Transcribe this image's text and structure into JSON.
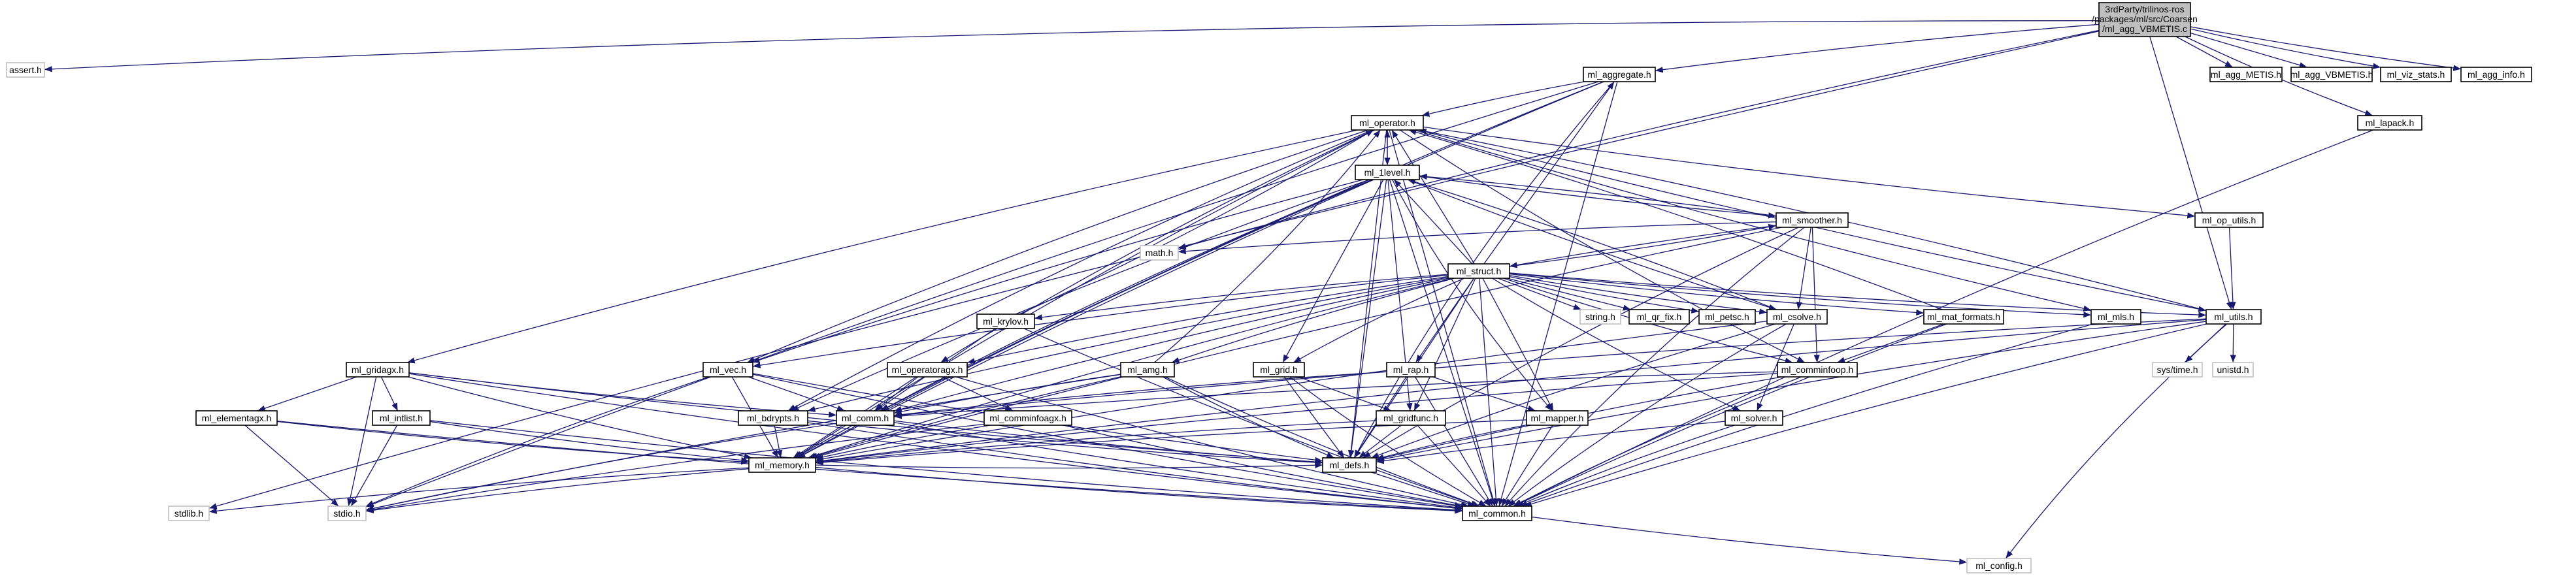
{
  "colors": {
    "edge": "#191970",
    "node_border": "#000000",
    "external_border": "#bfbfbf",
    "root_fill": "#bfbfbf",
    "node_fill": "#ffffff"
  },
  "root": {
    "label_lines": [
      "3rdParty/trilinos-ros",
      "/packages/ml/src/Coarsen",
      "/ml_agg_VBMETIS.c"
    ]
  },
  "nodes": {
    "assert_h": "assert.h",
    "ml_aggregate_h": "ml_aggregate.h",
    "ml_agg_metis_h": "ml_agg_METIS.h",
    "ml_agg_vbmetis_h": "ml_agg_VBMETIS.h",
    "ml_viz_stats_h": "ml_viz_stats.h",
    "ml_agg_info_h": "ml_agg_info.h",
    "ml_lapack_h": "ml_lapack.h",
    "ml_operator_h": "ml_operator.h",
    "ml_1level_h": "ml_1level.h",
    "ml_op_utils_h": "ml_op_utils.h",
    "ml_smoother_h": "ml_smoother.h",
    "math_h": "math.h",
    "ml_struct_h": "ml_struct.h",
    "string_h": "string.h",
    "ml_qr_fix_h": "ml_qr_fix.h",
    "ml_petsc_h": "ml_petsc.h",
    "ml_csolve_h": "ml_csolve.h",
    "ml_mat_formats_h": "ml_mat_formats.h",
    "ml_mls_h": "ml_mls.h",
    "ml_utils_h": "ml_utils.h",
    "sys_time_h": "sys/time.h",
    "unistd_h": "unistd.h",
    "ml_gridagx_h": "ml_gridagx.h",
    "ml_krylov_h": "ml_krylov.h",
    "ml_vec_h": "ml_vec.h",
    "ml_operatoragx_h": "ml_operatoragx.h",
    "ml_amg_h": "ml_amg.h",
    "ml_grid_h": "ml_grid.h",
    "ml_rap_h": "ml_rap.h",
    "ml_comminfoop_h": "ml_comminfoop.h",
    "ml_elementagx_h": "ml_elementagx.h",
    "ml_intlist_h": "ml_intlist.h",
    "ml_bdrypts_h": "ml_bdrypts.h",
    "ml_comm_h": "ml_comm.h",
    "ml_comminfoagx_h": "ml_comminfoagx.h",
    "ml_gridfunc_h": "ml_gridfunc.h",
    "ml_mapper_h": "ml_mapper.h",
    "ml_solver_h": "ml_solver.h",
    "ml_memory_h": "ml_memory.h",
    "ml_defs_h": "ml_defs.h",
    "stdlib_h": "stdlib.h",
    "stdio_h": "stdio.h",
    "ml_common_h": "ml_common.h",
    "ml_config_h": "ml_config.h"
  },
  "edges": [
    [
      "root",
      "assert_h"
    ],
    [
      "root",
      "ml_aggregate_h"
    ],
    [
      "root",
      "ml_agg_metis_h"
    ],
    [
      "root",
      "ml_agg_vbmetis_h"
    ],
    [
      "root",
      "ml_viz_stats_h"
    ],
    [
      "root",
      "ml_agg_info_h"
    ],
    [
      "root",
      "ml_lapack_h"
    ],
    [
      "root",
      "ml_utils_h"
    ],
    [
      "root",
      "stdlib_h"
    ],
    [
      "root",
      "math_h"
    ],
    [
      "ml_aggregate_h",
      "ml_operator_h"
    ],
    [
      "ml_aggregate_h",
      "ml_comm_h"
    ],
    [
      "ml_aggregate_h",
      "ml_memory_h"
    ],
    [
      "ml_aggregate_h",
      "ml_common_h"
    ],
    [
      "ml_aggregate_h",
      "stdio_h"
    ],
    [
      "ml_aggregate_h",
      "ml_defs_h"
    ],
    [
      "ml_lapack_h",
      "ml_common_h"
    ],
    [
      "ml_operator_h",
      "ml_1level_h"
    ],
    [
      "ml_operator_h",
      "ml_op_utils_h"
    ],
    [
      "ml_operator_h",
      "ml_gridagx_h"
    ],
    [
      "ml_operator_h",
      "ml_vec_h"
    ],
    [
      "ml_operator_h",
      "ml_bdrypts_h"
    ],
    [
      "ml_operator_h",
      "ml_memory_h"
    ],
    [
      "ml_operator_h",
      "ml_defs_h"
    ],
    [
      "ml_operator_h",
      "ml_common_h"
    ],
    [
      "ml_operator_h",
      "ml_mls_h"
    ],
    [
      "ml_operator_h",
      "ml_utils_h"
    ],
    [
      "ml_operator_h",
      "ml_comminfoop_h"
    ],
    [
      "ml_operator_h",
      "ml_operatoragx_h"
    ],
    [
      "ml_1level_h",
      "ml_operator_h"
    ],
    [
      "ml_1level_h",
      "ml_smoother_h"
    ],
    [
      "ml_1level_h",
      "ml_csolve_h"
    ],
    [
      "ml_1level_h",
      "ml_grid_h"
    ],
    [
      "ml_1level_h",
      "ml_vec_h"
    ],
    [
      "ml_1level_h",
      "ml_bdrypts_h"
    ],
    [
      "ml_1level_h",
      "ml_comm_h"
    ],
    [
      "ml_1level_h",
      "ml_defs_h"
    ],
    [
      "ml_1level_h",
      "ml_common_h"
    ],
    [
      "ml_1level_h",
      "ml_gridfunc_h"
    ],
    [
      "ml_1level_h",
      "ml_mapper_h"
    ],
    [
      "ml_1level_h",
      "ml_memory_h"
    ],
    [
      "ml_smoother_h",
      "ml_struct_h"
    ],
    [
      "ml_smoother_h",
      "ml_1level_h"
    ],
    [
      "ml_smoother_h",
      "ml_csolve_h"
    ],
    [
      "ml_smoother_h",
      "ml_comminfoop_h"
    ],
    [
      "ml_smoother_h",
      "ml_defs_h"
    ],
    [
      "ml_smoother_h",
      "ml_common_h"
    ],
    [
      "ml_smoother_h",
      "math_h"
    ],
    [
      "ml_smoother_h",
      "ml_memory_h"
    ],
    [
      "ml_op_utils_h",
      "ml_utils_h"
    ],
    [
      "ml_struct_h",
      "ml_aggregate_h"
    ],
    [
      "ml_struct_h",
      "ml_operator_h"
    ],
    [
      "ml_struct_h",
      "ml_1level_h"
    ],
    [
      "ml_struct_h",
      "ml_smoother_h"
    ],
    [
      "ml_struct_h",
      "string_h"
    ],
    [
      "ml_struct_h",
      "ml_qr_fix_h"
    ],
    [
      "ml_struct_h",
      "ml_petsc_h"
    ],
    [
      "ml_struct_h",
      "ml_csolve_h"
    ],
    [
      "ml_struct_h",
      "ml_mat_formats_h"
    ],
    [
      "ml_struct_h",
      "ml_mls_h"
    ],
    [
      "ml_struct_h",
      "ml_utils_h"
    ],
    [
      "ml_struct_h",
      "ml_krylov_h"
    ],
    [
      "ml_struct_h",
      "ml_vec_h"
    ],
    [
      "ml_struct_h",
      "ml_operatoragx_h"
    ],
    [
      "ml_struct_h",
      "ml_amg_h"
    ],
    [
      "ml_struct_h",
      "ml_grid_h"
    ],
    [
      "ml_struct_h",
      "ml_rap_h"
    ],
    [
      "ml_struct_h",
      "ml_comminfoop_h"
    ],
    [
      "ml_struct_h",
      "ml_bdrypts_h"
    ],
    [
      "ml_struct_h",
      "ml_comm_h"
    ],
    [
      "ml_struct_h",
      "ml_gridfunc_h"
    ],
    [
      "ml_struct_h",
      "ml_mapper_h"
    ],
    [
      "ml_struct_h",
      "ml_solver_h"
    ],
    [
      "ml_struct_h",
      "ml_memory_h"
    ],
    [
      "ml_struct_h",
      "ml_defs_h"
    ],
    [
      "ml_struct_h",
      "ml_common_h"
    ],
    [
      "ml_csolve_h",
      "ml_1level_h"
    ],
    [
      "ml_csolve_h",
      "ml_solver_h"
    ],
    [
      "ml_csolve_h",
      "ml_defs_h"
    ],
    [
      "ml_csolve_h",
      "ml_common_h"
    ],
    [
      "ml_csolve_h",
      "ml_memory_h"
    ],
    [
      "ml_mat_formats_h",
      "ml_operator_h"
    ],
    [
      "ml_mat_formats_h",
      "ml_comminfoop_h"
    ],
    [
      "ml_mat_formats_h",
      "ml_common_h"
    ],
    [
      "ml_mls_h",
      "ml_common_h"
    ],
    [
      "ml_utils_h",
      "ml_operator_h"
    ],
    [
      "ml_utils_h",
      "sys_time_h"
    ],
    [
      "ml_utils_h",
      "unistd_h"
    ],
    [
      "ml_utils_h",
      "ml_config_h"
    ],
    [
      "ml_utils_h",
      "ml_comm_h"
    ],
    [
      "ml_utils_h",
      "ml_defs_h"
    ],
    [
      "ml_utils_h",
      "ml_common_h"
    ],
    [
      "ml_utils_h",
      "ml_memory_h"
    ],
    [
      "ml_gridagx_h",
      "ml_elementagx_h"
    ],
    [
      "ml_gridagx_h",
      "ml_intlist_h"
    ],
    [
      "ml_gridagx_h",
      "ml_memory_h"
    ],
    [
      "ml_gridagx_h",
      "ml_comm_h"
    ],
    [
      "ml_gridagx_h",
      "ml_common_h"
    ],
    [
      "ml_gridagx_h",
      "stdio_h"
    ],
    [
      "ml_gridagx_h",
      "ml_defs_h"
    ],
    [
      "ml_krylov_h",
      "ml_operator_h"
    ],
    [
      "ml_krylov_h",
      "ml_comm_h"
    ],
    [
      "ml_krylov_h",
      "ml_common_h"
    ],
    [
      "ml_vec_h",
      "ml_comm_h"
    ],
    [
      "ml_vec_h",
      "ml_memory_h"
    ],
    [
      "ml_vec_h",
      "ml_defs_h"
    ],
    [
      "ml_vec_h",
      "ml_common_h"
    ],
    [
      "ml_vec_h",
      "stdio_h"
    ],
    [
      "ml_operatoragx_h",
      "ml_comm_h"
    ],
    [
      "ml_operatoragx_h",
      "ml_comminfoagx_h"
    ],
    [
      "ml_operatoragx_h",
      "ml_memory_h"
    ],
    [
      "ml_operatoragx_h",
      "ml_common_h"
    ],
    [
      "ml_amg_h",
      "ml_operator_h"
    ],
    [
      "ml_amg_h",
      "ml_comm_h"
    ],
    [
      "ml_amg_h",
      "ml_defs_h"
    ],
    [
      "ml_amg_h",
      "ml_common_h"
    ],
    [
      "ml_amg_h",
      "ml_memory_h"
    ],
    [
      "ml_amg_h",
      "stdio_h"
    ],
    [
      "ml_grid_h",
      "ml_gridfunc_h"
    ],
    [
      "ml_grid_h",
      "ml_defs_h"
    ],
    [
      "ml_grid_h",
      "ml_common_h"
    ],
    [
      "ml_rap_h",
      "ml_mapper_h"
    ],
    [
      "ml_rap_h",
      "ml_defs_h"
    ],
    [
      "ml_rap_h",
      "ml_common_h"
    ],
    [
      "ml_rap_h",
      "ml_comm_h"
    ],
    [
      "ml_comminfoop_h",
      "ml_comm_h"
    ],
    [
      "ml_comminfoop_h",
      "ml_defs_h"
    ],
    [
      "ml_comminfoop_h",
      "ml_common_h"
    ],
    [
      "ml_comminfoop_h",
      "ml_memory_h"
    ],
    [
      "ml_elementagx_h",
      "ml_memory_h"
    ],
    [
      "ml_elementagx_h",
      "stdio_h"
    ],
    [
      "ml_elementagx_h",
      "ml_common_h"
    ],
    [
      "ml_intlist_h",
      "ml_memory_h"
    ],
    [
      "ml_intlist_h",
      "stdio_h"
    ],
    [
      "ml_intlist_h",
      "ml_common_h"
    ],
    [
      "ml_bdrypts_h",
      "ml_memory_h"
    ],
    [
      "ml_bdrypts_h",
      "ml_defs_h"
    ],
    [
      "ml_bdrypts_h",
      "ml_common_h"
    ],
    [
      "ml_comm_h",
      "ml_memory_h"
    ],
    [
      "ml_comm_h",
      "ml_defs_h"
    ],
    [
      "ml_comm_h",
      "ml_common_h"
    ],
    [
      "ml_comm_h",
      "stdio_h"
    ],
    [
      "ml_comminfoagx_h",
      "ml_memory_h"
    ],
    [
      "ml_comminfoagx_h",
      "ml_common_h"
    ],
    [
      "ml_comminfoagx_h",
      "stdio_h"
    ],
    [
      "ml_gridfunc_h",
      "ml_memory_h"
    ],
    [
      "ml_gridfunc_h",
      "ml_defs_h"
    ],
    [
      "ml_gridfunc_h",
      "ml_common_h"
    ],
    [
      "ml_mapper_h",
      "ml_memory_h"
    ],
    [
      "ml_mapper_h",
      "ml_defs_h"
    ],
    [
      "ml_mapper_h",
      "ml_common_h"
    ],
    [
      "ml_solver_h",
      "ml_defs_h"
    ],
    [
      "ml_solver_h",
      "ml_common_h"
    ],
    [
      "ml_memory_h",
      "ml_defs_h"
    ],
    [
      "ml_memory_h",
      "stdlib_h"
    ],
    [
      "ml_memory_h",
      "stdio_h"
    ],
    [
      "ml_memory_h",
      "ml_common_h"
    ],
    [
      "ml_defs_h",
      "ml_common_h"
    ],
    [
      "ml_common_h",
      "ml_config_h"
    ]
  ]
}
